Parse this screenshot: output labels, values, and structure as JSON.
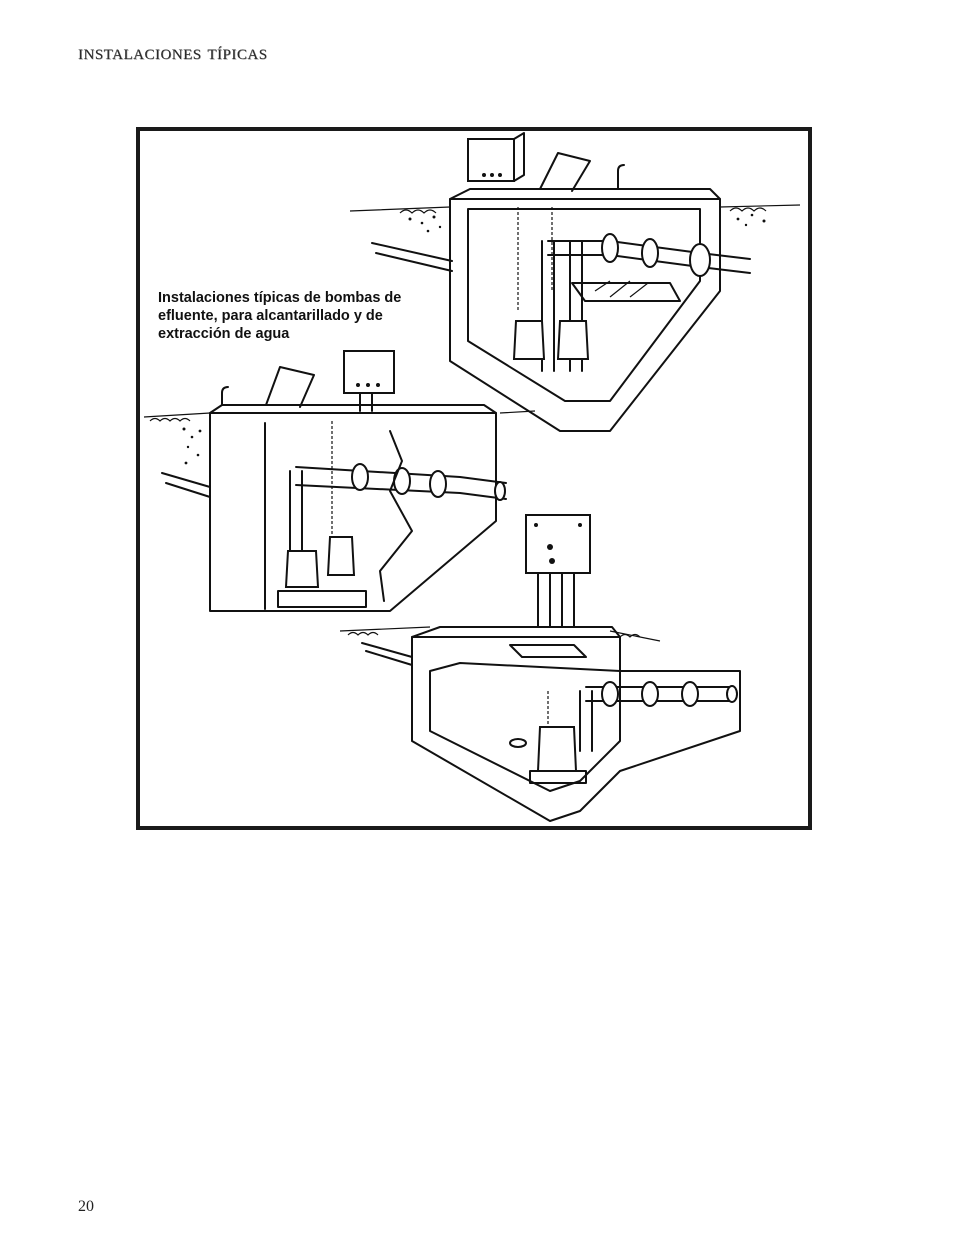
{
  "page": {
    "header": "instalaciones típicas",
    "page_number": "20"
  },
  "figure": {
    "caption": "Instalaciones típicas de bombas de efluente, para alcantarillado y de extracción de agua"
  },
  "icons": [
    "pump-installation-illustration"
  ]
}
